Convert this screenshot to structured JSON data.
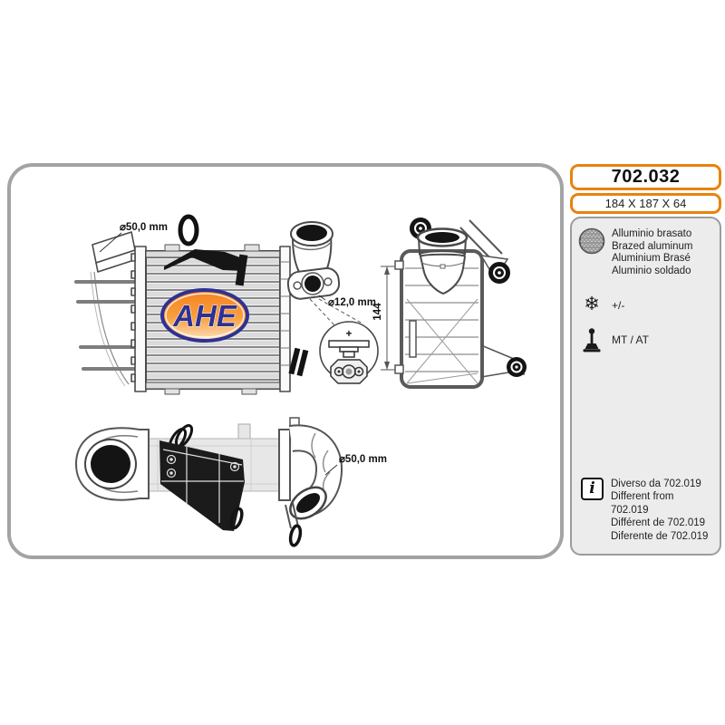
{
  "part": {
    "number": "702.032",
    "size": "184 X 187 X 64"
  },
  "specs": {
    "material_lines": [
      "Alluminio brasato",
      "Brazed aluminum",
      "Aluminium Brasé",
      "Aluminio soldado"
    ],
    "climate": "+/-",
    "transmission": "MT / AT"
  },
  "info_lines": [
    "Diverso da 702.019",
    "Different from  702.019",
    "Différent de  702.019",
    "Diferente de  702.019"
  ],
  "drawing": {
    "logo": "AHE",
    "labels": {
      "front_hose_dia": "⌀50,0 mm",
      "flange_dia": "⌀12,0 mm",
      "side_height": "144",
      "bottom_hose_dia": "⌀50,0 mm",
      "detail_plus": "+"
    }
  },
  "icons": {
    "snowflake": "❄",
    "info_glyph": "i"
  },
  "colors": {
    "accent_orange": "#E8830E",
    "panel_gray": "#ECECEC",
    "frame_gray": "#A3A3A3",
    "logo_blue": "#2E3192",
    "logo_orange": "#F58220"
  }
}
